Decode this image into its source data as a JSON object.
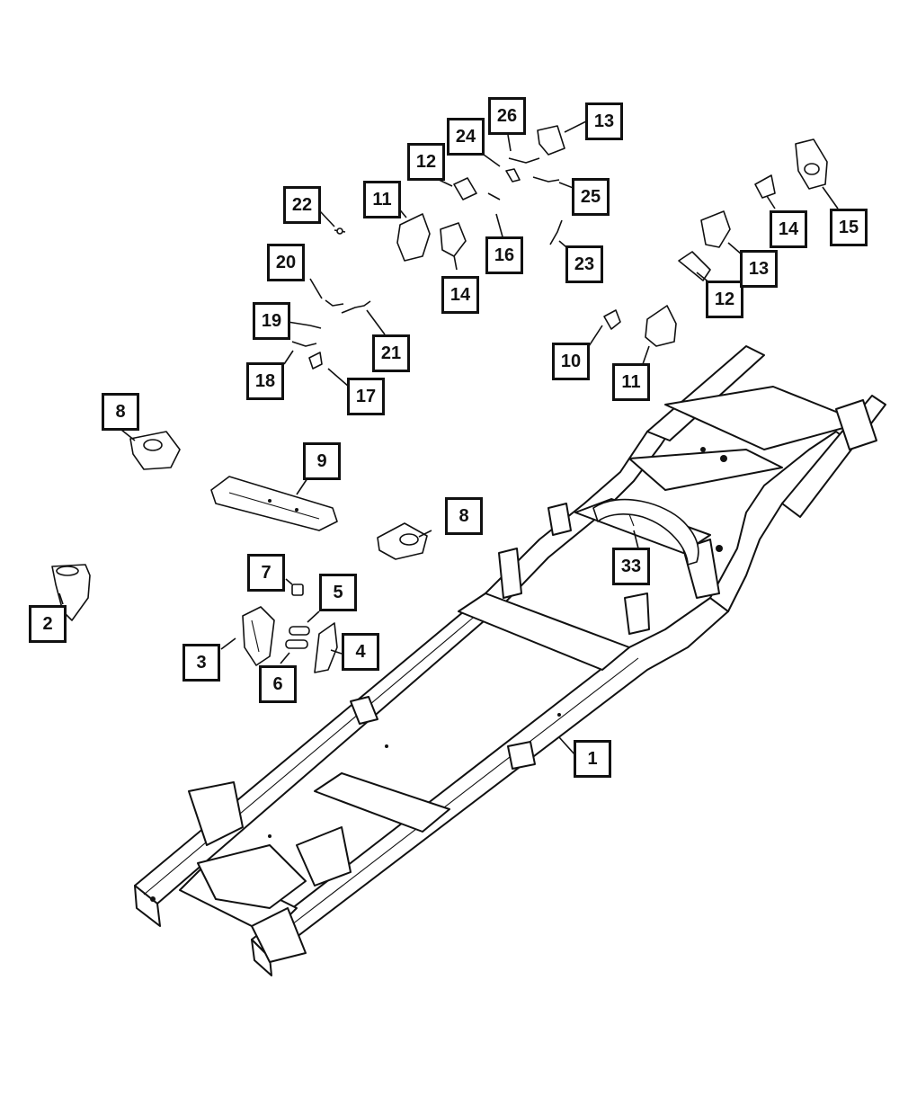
{
  "diagram": {
    "callouts": {
      "c1": "1",
      "c2": "2",
      "c3": "3",
      "c4": "4",
      "c5": "5",
      "c6": "6",
      "c7": "7",
      "c8a": "8",
      "c8b": "8",
      "c9": "9",
      "c10": "10",
      "c11a": "11",
      "c11b": "11",
      "c12a": "12",
      "c12b": "12",
      "c13a": "13",
      "c13b": "13",
      "c14a": "14",
      "c14b": "14",
      "c15": "15",
      "c16": "16",
      "c17": "17",
      "c18": "18",
      "c19": "19",
      "c20": "20",
      "c21": "21",
      "c22": "22",
      "c23": "23",
      "c24": "24",
      "c25": "25",
      "c26": "26",
      "c33": "33"
    }
  }
}
